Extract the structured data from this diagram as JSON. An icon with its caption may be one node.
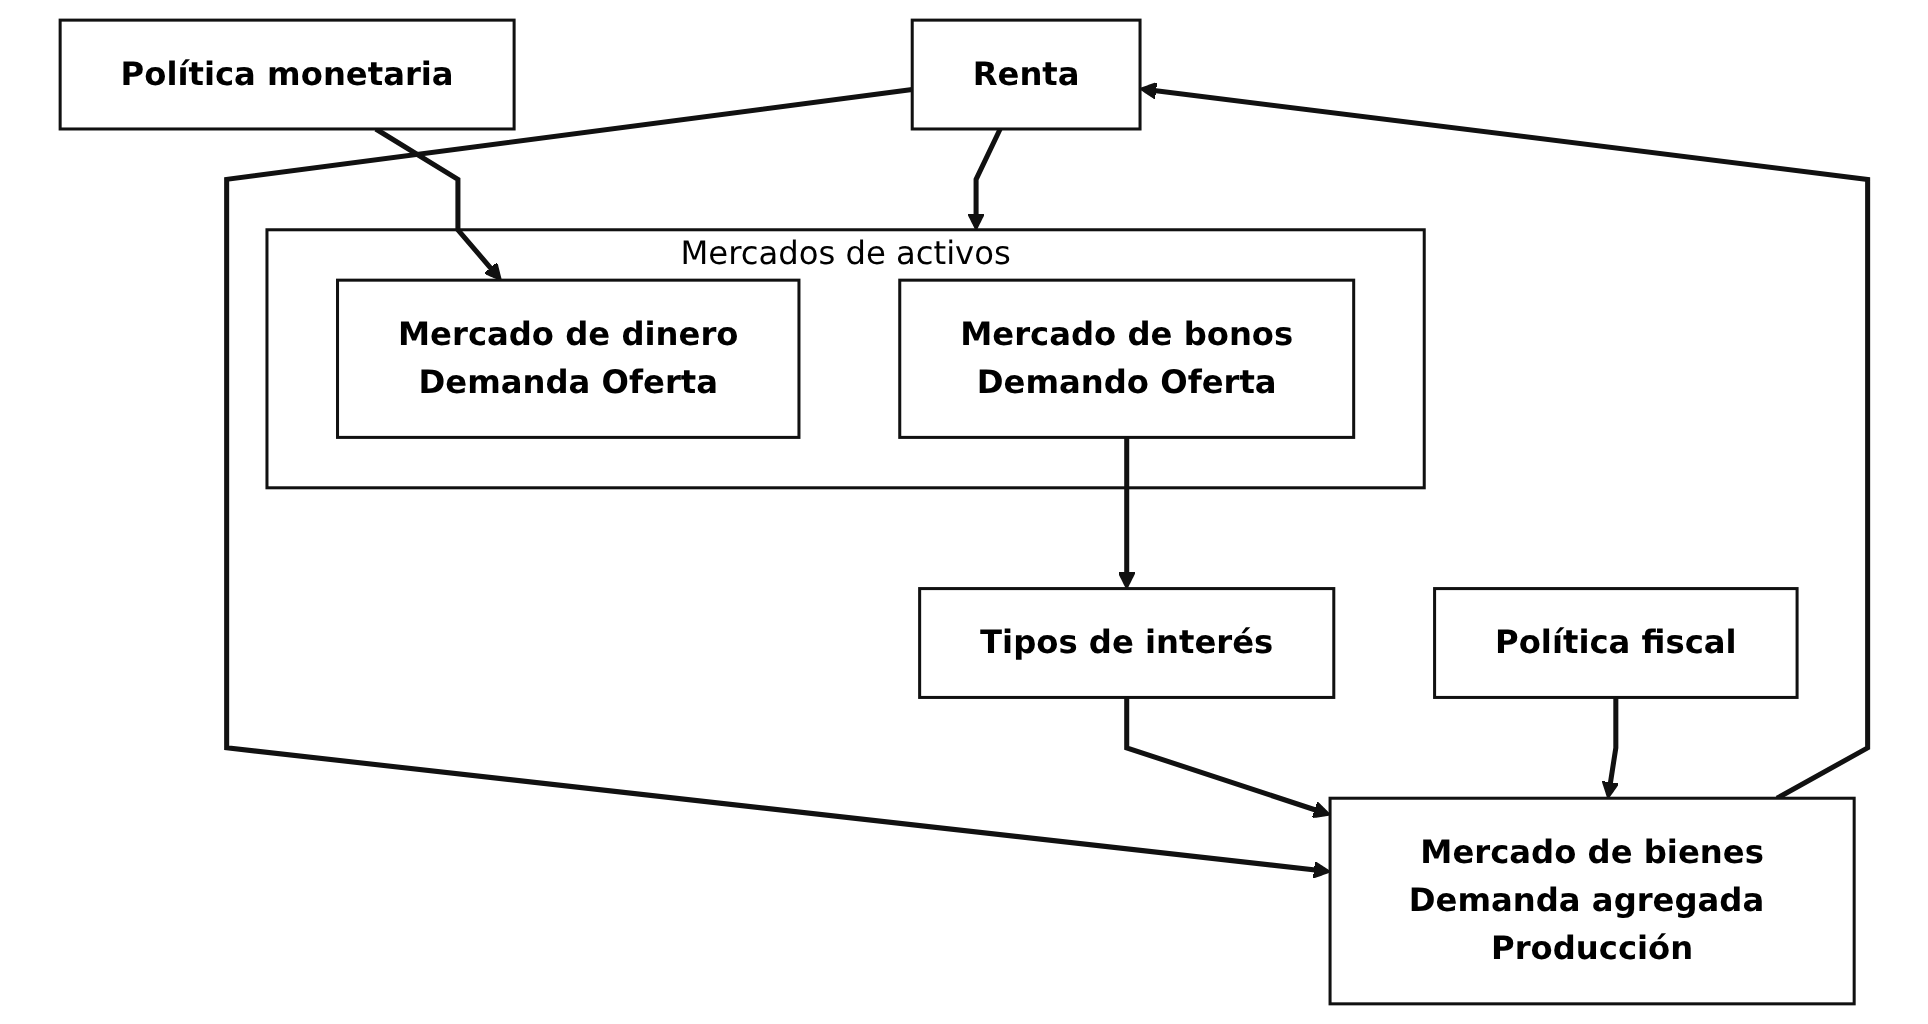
{
  "diagram": {
    "nodes": [
      {
        "text": [
          "Renta"
        ]
      },
      {
        "text": [
          "Mercados de activos"
        ]
      },
      {
        "text": [
          "Mercado de dinero",
          "Demanda Oferta"
        ],
        "in": 1
      },
      {
        "text": [
          "Mercado de bonos",
          "Demando Oferta"
        ],
        "in": 1
      },
      {
        "text": [
          "Mercado de bienes",
          "Demanda agregada Producción"
        ]
      },
      {
        "text": [
          "Tipos de interés"
        ]
      },
      {
        "text": [
          "Política monetaria"
        ]
      },
      {
        "text": [
          "Política fiscal"
        ]
      }
    ],
    "edges": [
      {
        "from": 0,
        "to": 1,
        "arrow": "to"
      },
      {
        "from": 0,
        "to": 4,
        "arrow": "to"
      },
      {
        "from": 4,
        "to": 0,
        "arrow": "to"
      },
      {
        "from": 6,
        "to": 2,
        "arrow": "to"
      },
      {
        "from": 3,
        "to": 5,
        "arrow": "to"
      },
      {
        "from": 5,
        "to": 4,
        "arrow": "to"
      },
      {
        "from": 7,
        "to": 4,
        "arrow": "to"
      }
    ]
  }
}
